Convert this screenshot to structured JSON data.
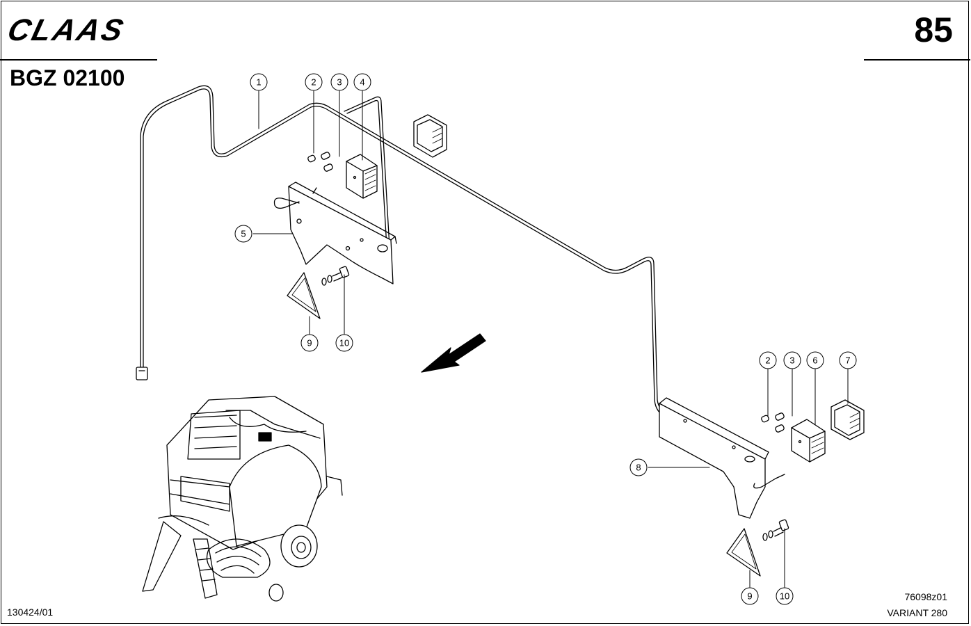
{
  "header": {
    "logo_text": "CLAAS",
    "page_number": "85",
    "group_code": "BGZ 02100"
  },
  "footer": {
    "doc_code": "130424/01",
    "drawing_ref": "76098z01",
    "model": "VARIANT 280"
  },
  "callouts": {
    "c1": "1",
    "c2a": "2",
    "c3a": "3",
    "c4": "4",
    "c5": "5",
    "c9a": "9",
    "c10a": "10",
    "c2b": "2",
    "c3b": "3",
    "c6": "6",
    "c7": "7",
    "c8": "8",
    "c9b": "9",
    "c10b": "10"
  }
}
